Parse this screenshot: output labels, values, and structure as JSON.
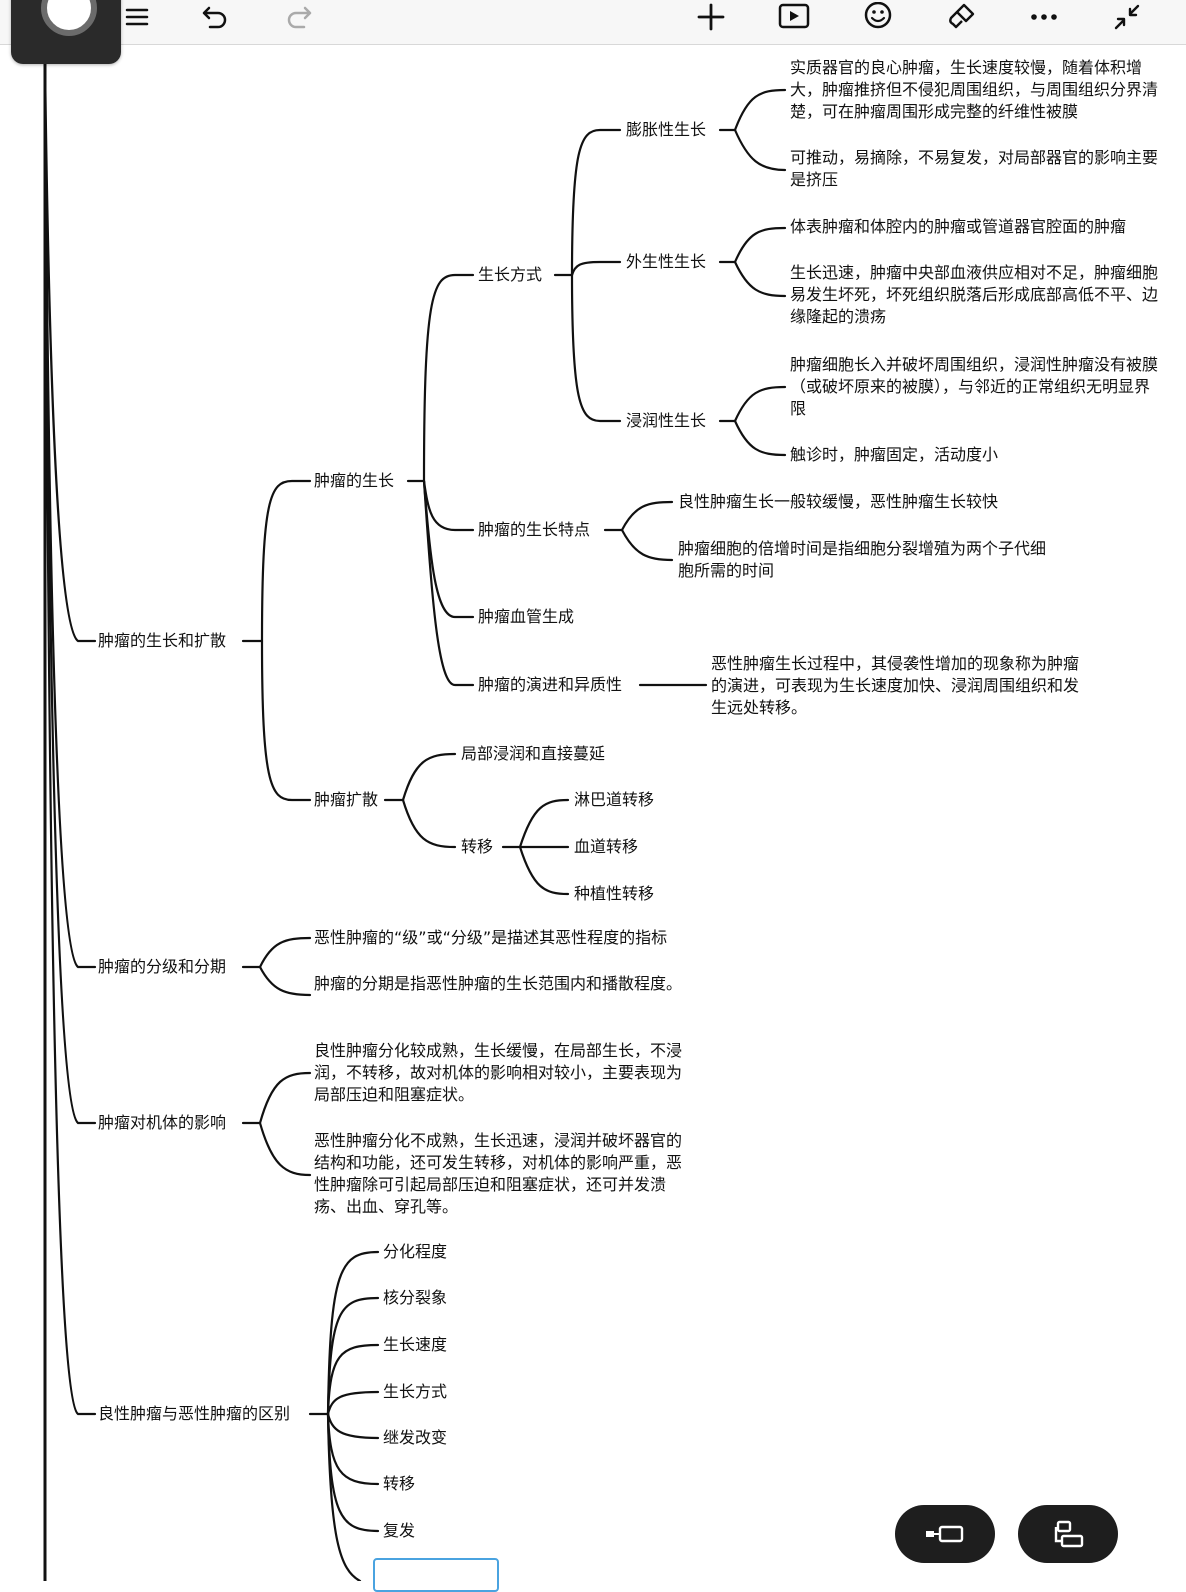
{
  "toolbar": {
    "icons": [
      "menu-icon",
      "undo-icon",
      "redo-icon",
      "add-icon",
      "play-icon",
      "emoji-icon",
      "brush-icon",
      "more-icon",
      "collapse-icon"
    ]
  },
  "nodes": {
    "b1": "肿瘤的生长和扩散",
    "b1_growth": "肿瘤的生长",
    "b1_growth_mode": "生长方式",
    "expansive": "膨胀性生长",
    "expansive_d1": "实质器官的良心肿瘤，生长速度较慢，随着体积增大，肿瘤推挤但不侵犯周围组织，与周围组织分界清楚，可在肿瘤周围形成完整的纤维性被膜",
    "expansive_d2": "可推动，易摘除，不易复发，对局部器官的影响主要是挤压",
    "exophytic": "外生性生长",
    "exophytic_d1": "体表肿瘤和体腔内的肿瘤或管道器官腔面的肿瘤",
    "exophytic_d2": "生长迅速，肿瘤中央部血液供应相对不足，肿瘤细胞易发生坏死，坏死组织脱落后形成底部高低不平、边缘隆起的溃疡",
    "infiltrative": "浸润性生长",
    "infiltrative_d1": "肿瘤细胞长入并破坏周围组织，浸润性肿瘤没有被膜（或破坏原来的被膜），与邻近的正常组织无明显界限",
    "infiltrative_d2": "触诊时，肿瘤固定，活动度小",
    "growth_feature": "肿瘤的生长特点",
    "growth_feature_d1": "良性肿瘤生长一般较缓慢，恶性肿瘤生长较快",
    "growth_feature_d2": "肿瘤细胞的倍增时间是指细胞分裂增殖为两个子代细胞所需的时间",
    "angiogenesis": "肿瘤血管生成",
    "progression": "肿瘤的演进和异质性",
    "progression_d1": "恶性肿瘤生长过程中，其侵袭性增加的现象称为肿瘤的演进，可表现为生长速度加快、浸润周围组织和发生远处转移。",
    "spread": "肿瘤扩散",
    "local_invasion": "局部浸润和直接蔓延",
    "metastasis": "转移",
    "lymph": "淋巴道转移",
    "blood": "血道转移",
    "implant": "种植性转移",
    "b2": "肿瘤的分级和分期",
    "b2_d1": "恶性肿瘤的“级”或“分级”是描述其恶性程度的指标",
    "b2_d2": "肿瘤的分期是指恶性肿瘤的生长范围内和播散程度。",
    "b3": "肿瘤对机体的影响",
    "b3_d1": "良性肿瘤分化较成熟，生长缓慢，在局部生长，不浸润，不转移，故对机体的影响相对较小，主要表现为局部压迫和阻塞症状。",
    "b3_d2": "恶性肿瘤分化不成熟，生长迅速，浸润并破坏器官的结构和功能，还可发生转移，对机体的影响严重，恶性肿瘤除可引起局部压迫和阻塞症状，还可并发溃疡、出血、穿孔等。",
    "b4": "良性肿瘤与恶性肿瘤的区别",
    "b4_c1": "分化程度",
    "b4_c2": "核分裂象",
    "b4_c3": "生长速度",
    "b4_c4": "生长方式",
    "b4_c5": "继发改变",
    "b4_c6": "转移",
    "b4_c7": "复发"
  },
  "colors": {
    "line": "#111111",
    "toolbar_bg": "#f7f7f7",
    "fab_bg": "#1e1e1e",
    "selection": "#4aa3e0"
  }
}
